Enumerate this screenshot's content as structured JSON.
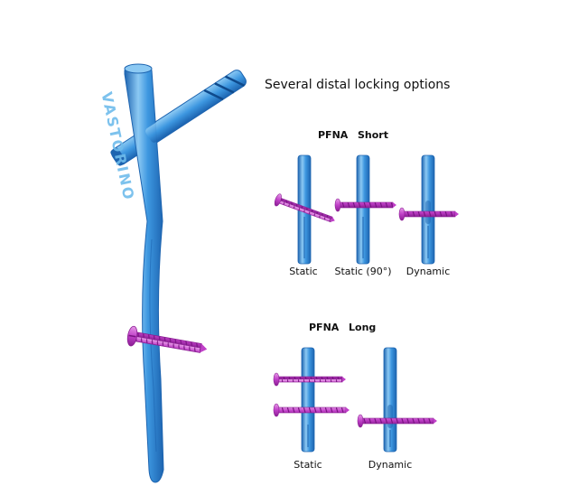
{
  "headline": "Several distal locking options",
  "implant_label": "VASTORINO",
  "groups": [
    {
      "title_a": "PFNA",
      "title_b": "Short",
      "captions": [
        "Static",
        "Static (90°)",
        "Dynamic"
      ]
    },
    {
      "title_a": "PFNA",
      "title_b": "Long",
      "captions": [
        "Static",
        "Dynamic"
      ]
    }
  ],
  "colors": {
    "nail": "#3d97e0",
    "nail_light": "#8cc9f3",
    "nail_dark": "#1d64b0",
    "screw": "#c040c8",
    "screw_light": "#e79be8",
    "screw_dark": "#8a1e93"
  }
}
